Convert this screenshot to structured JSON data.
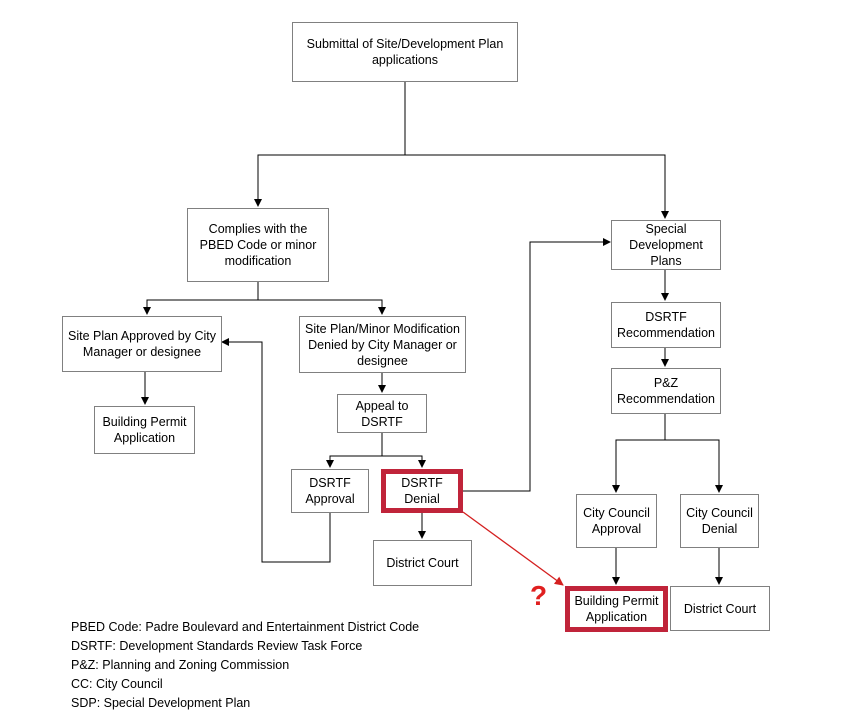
{
  "boxes": {
    "submittal": "Submittal of Site/Development Plan\napplications",
    "complies": "Complies with the\nPBED Code or minor\nmodification",
    "special_plans": "Special\nDevelopment Plans",
    "site_approved": "Site Plan Approved by City\nManager or designee",
    "site_denied": "Site Plan/Minor Modification\nDenied by City Manager or\ndesignee",
    "dsrtf_recommendation": "DSRTF\nRecommendation",
    "building_permit_left": "Building Permit\nApplication",
    "appeal_dsrtf": "Appeal to\nDSRTF",
    "pz_recommendation": "P&Z\nRecommendation",
    "dsrtf_approval": "DSRTF\nApproval",
    "dsrtf_denial": "DSRTF\nDenial",
    "council_approval": "City Council\nApproval",
    "council_denial": "City Council\nDenial",
    "district_court_mid": "District Court",
    "building_permit_right": "Building Permit\nApplication",
    "district_court_right": "District Court"
  },
  "question_mark": "?",
  "legend": [
    "PBED Code: Padre Boulevard and Entertainment District Code",
    "DSRTF: Development Standards Review Task Force",
    "P&Z: Planning and Zoning Commission",
    "CC: City Council",
    "SDP: Special Development Plan"
  ],
  "colors": {
    "highlight": "#c0243a",
    "question": "#e02020",
    "arrow_red": "#d42020"
  }
}
